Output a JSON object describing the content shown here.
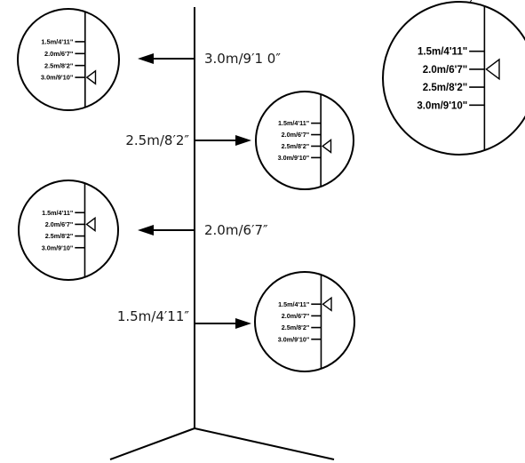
{
  "scale_marks": [
    "1.5m/4'11\"",
    "2.0m/6'7\"",
    "2.5m/8'2\"",
    "3.0m/9'10\""
  ],
  "distance_labels": {
    "d30": "3.0m/9′1 0″",
    "d25": "2.5m/8′2″",
    "d20": "2.0m/6′7″",
    "d15": "1.5m/4′11″"
  },
  "dials": [
    {
      "id": "dial-3-0",
      "distance": "3.0m/9'10\"",
      "pointer_at": 3
    },
    {
      "id": "dial-2-5",
      "distance": "2.5m/8'2\"",
      "pointer_at": 2
    },
    {
      "id": "dial-2-0",
      "distance": "2.0m/6'7\"",
      "pointer_at": 1
    },
    {
      "id": "dial-1-5",
      "distance": "1.5m/4'11\"",
      "pointer_at": 0
    },
    {
      "id": "dial-large",
      "distance": "2.0m/6'7\"",
      "pointer_at": 1
    }
  ]
}
